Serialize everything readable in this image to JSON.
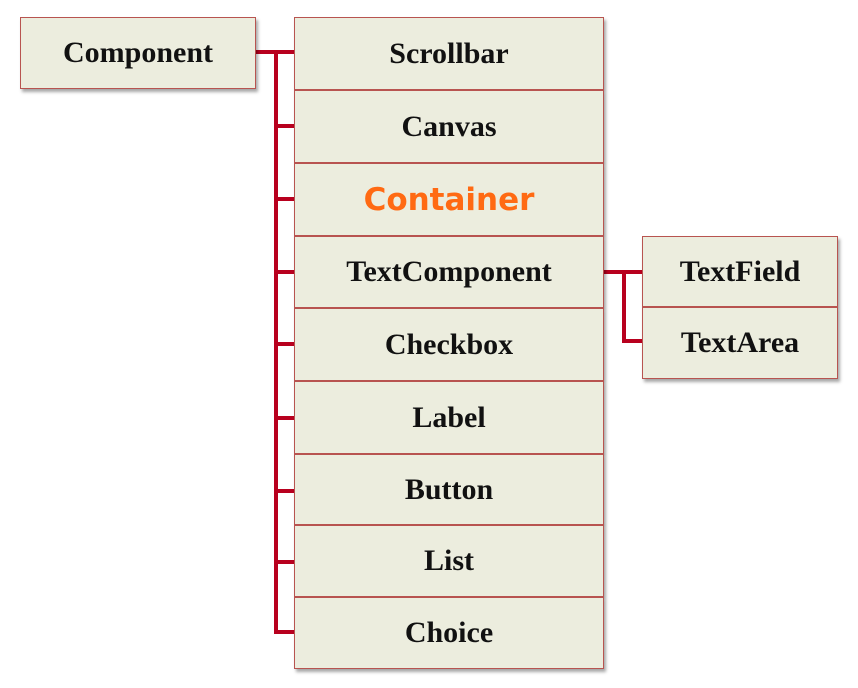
{
  "diagram": {
    "root": {
      "label": "Component"
    },
    "children": [
      {
        "label": "Scrollbar"
      },
      {
        "label": "Canvas"
      },
      {
        "label": "Container"
      },
      {
        "label": "TextComponent"
      },
      {
        "label": "Checkbox"
      },
      {
        "label": "Label"
      },
      {
        "label": "Button"
      },
      {
        "label": "List"
      },
      {
        "label": "Choice"
      }
    ],
    "sub_children": [
      {
        "label": "TextField"
      },
      {
        "label": "TextArea"
      }
    ],
    "colors": {
      "box_fill": "#ecedde",
      "box_border": "#b85450",
      "connector": "#b8001e",
      "highlight_text": "#ff6a13",
      "text": "#111111"
    }
  }
}
